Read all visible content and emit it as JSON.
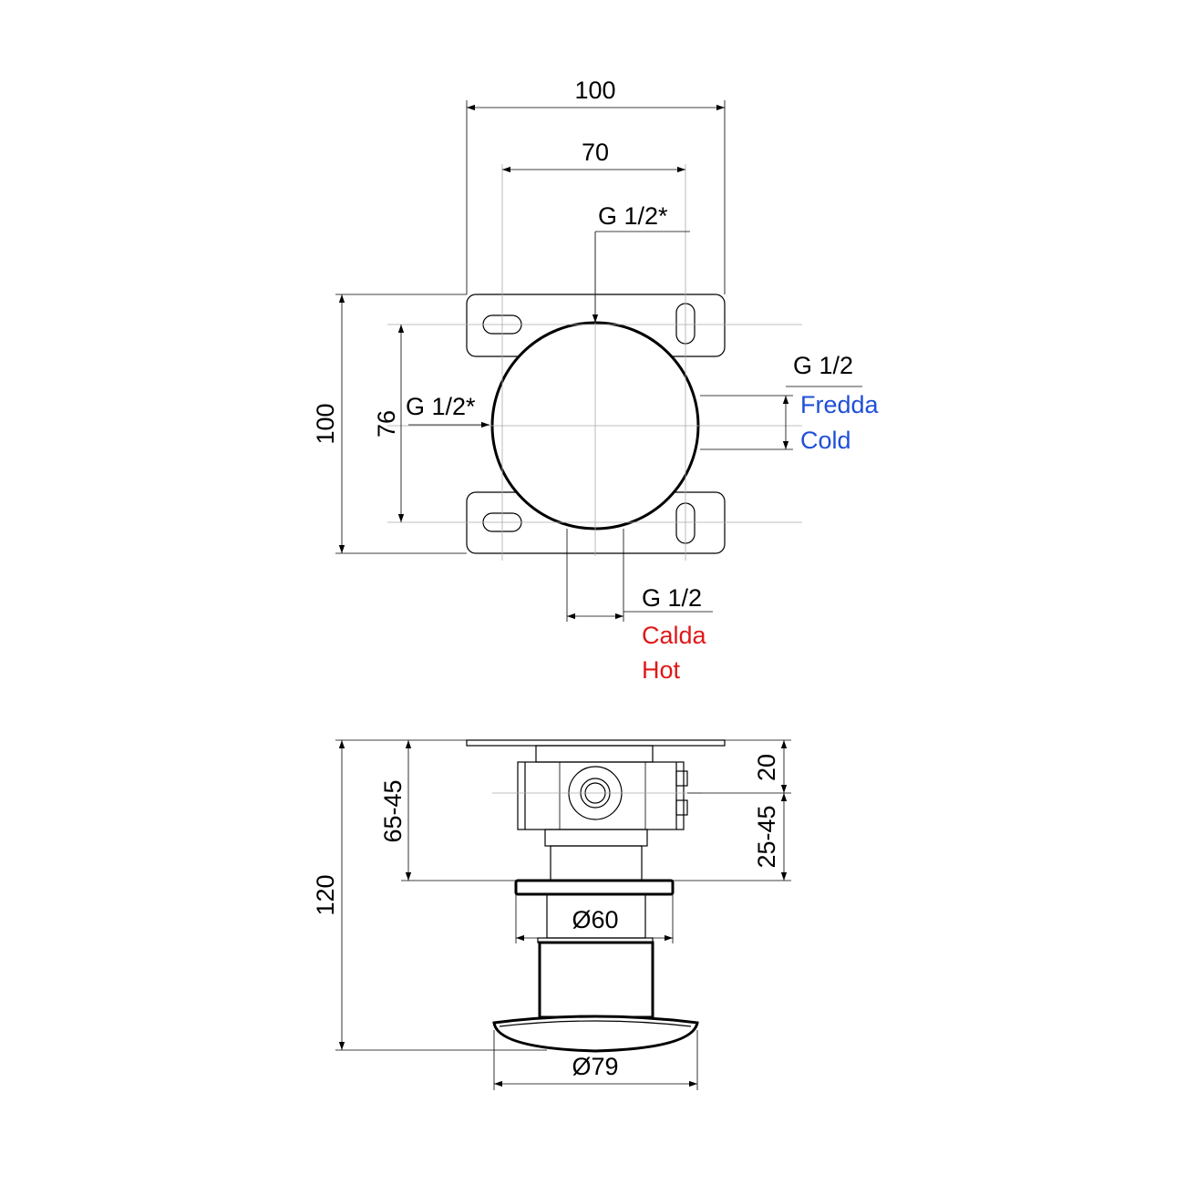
{
  "colors": {
    "line": "#000000",
    "axis": "#aaaaaa",
    "cold": "#1f4fd8",
    "hot": "#e01818"
  },
  "top_view": {
    "dim_width_outer": "100",
    "dim_width_inner": "70",
    "dim_height_outer": "100",
    "dim_height_inner": "76",
    "inlet_top": "G 1/2*",
    "inlet_left": "G 1/2*",
    "cold_thread": "G 1/2",
    "cold_it": "Fredda",
    "cold_en": "Cold",
    "hot_thread": "G 1/2",
    "hot_it": "Calda",
    "hot_en": "Hot"
  },
  "side_view": {
    "dim_total_depth": "120",
    "dim_depth_range": "65-45",
    "dim_offset": "20",
    "dim_sub_range": "25-45",
    "dia_flange": "Ø60",
    "dia_handle": "Ø79"
  }
}
